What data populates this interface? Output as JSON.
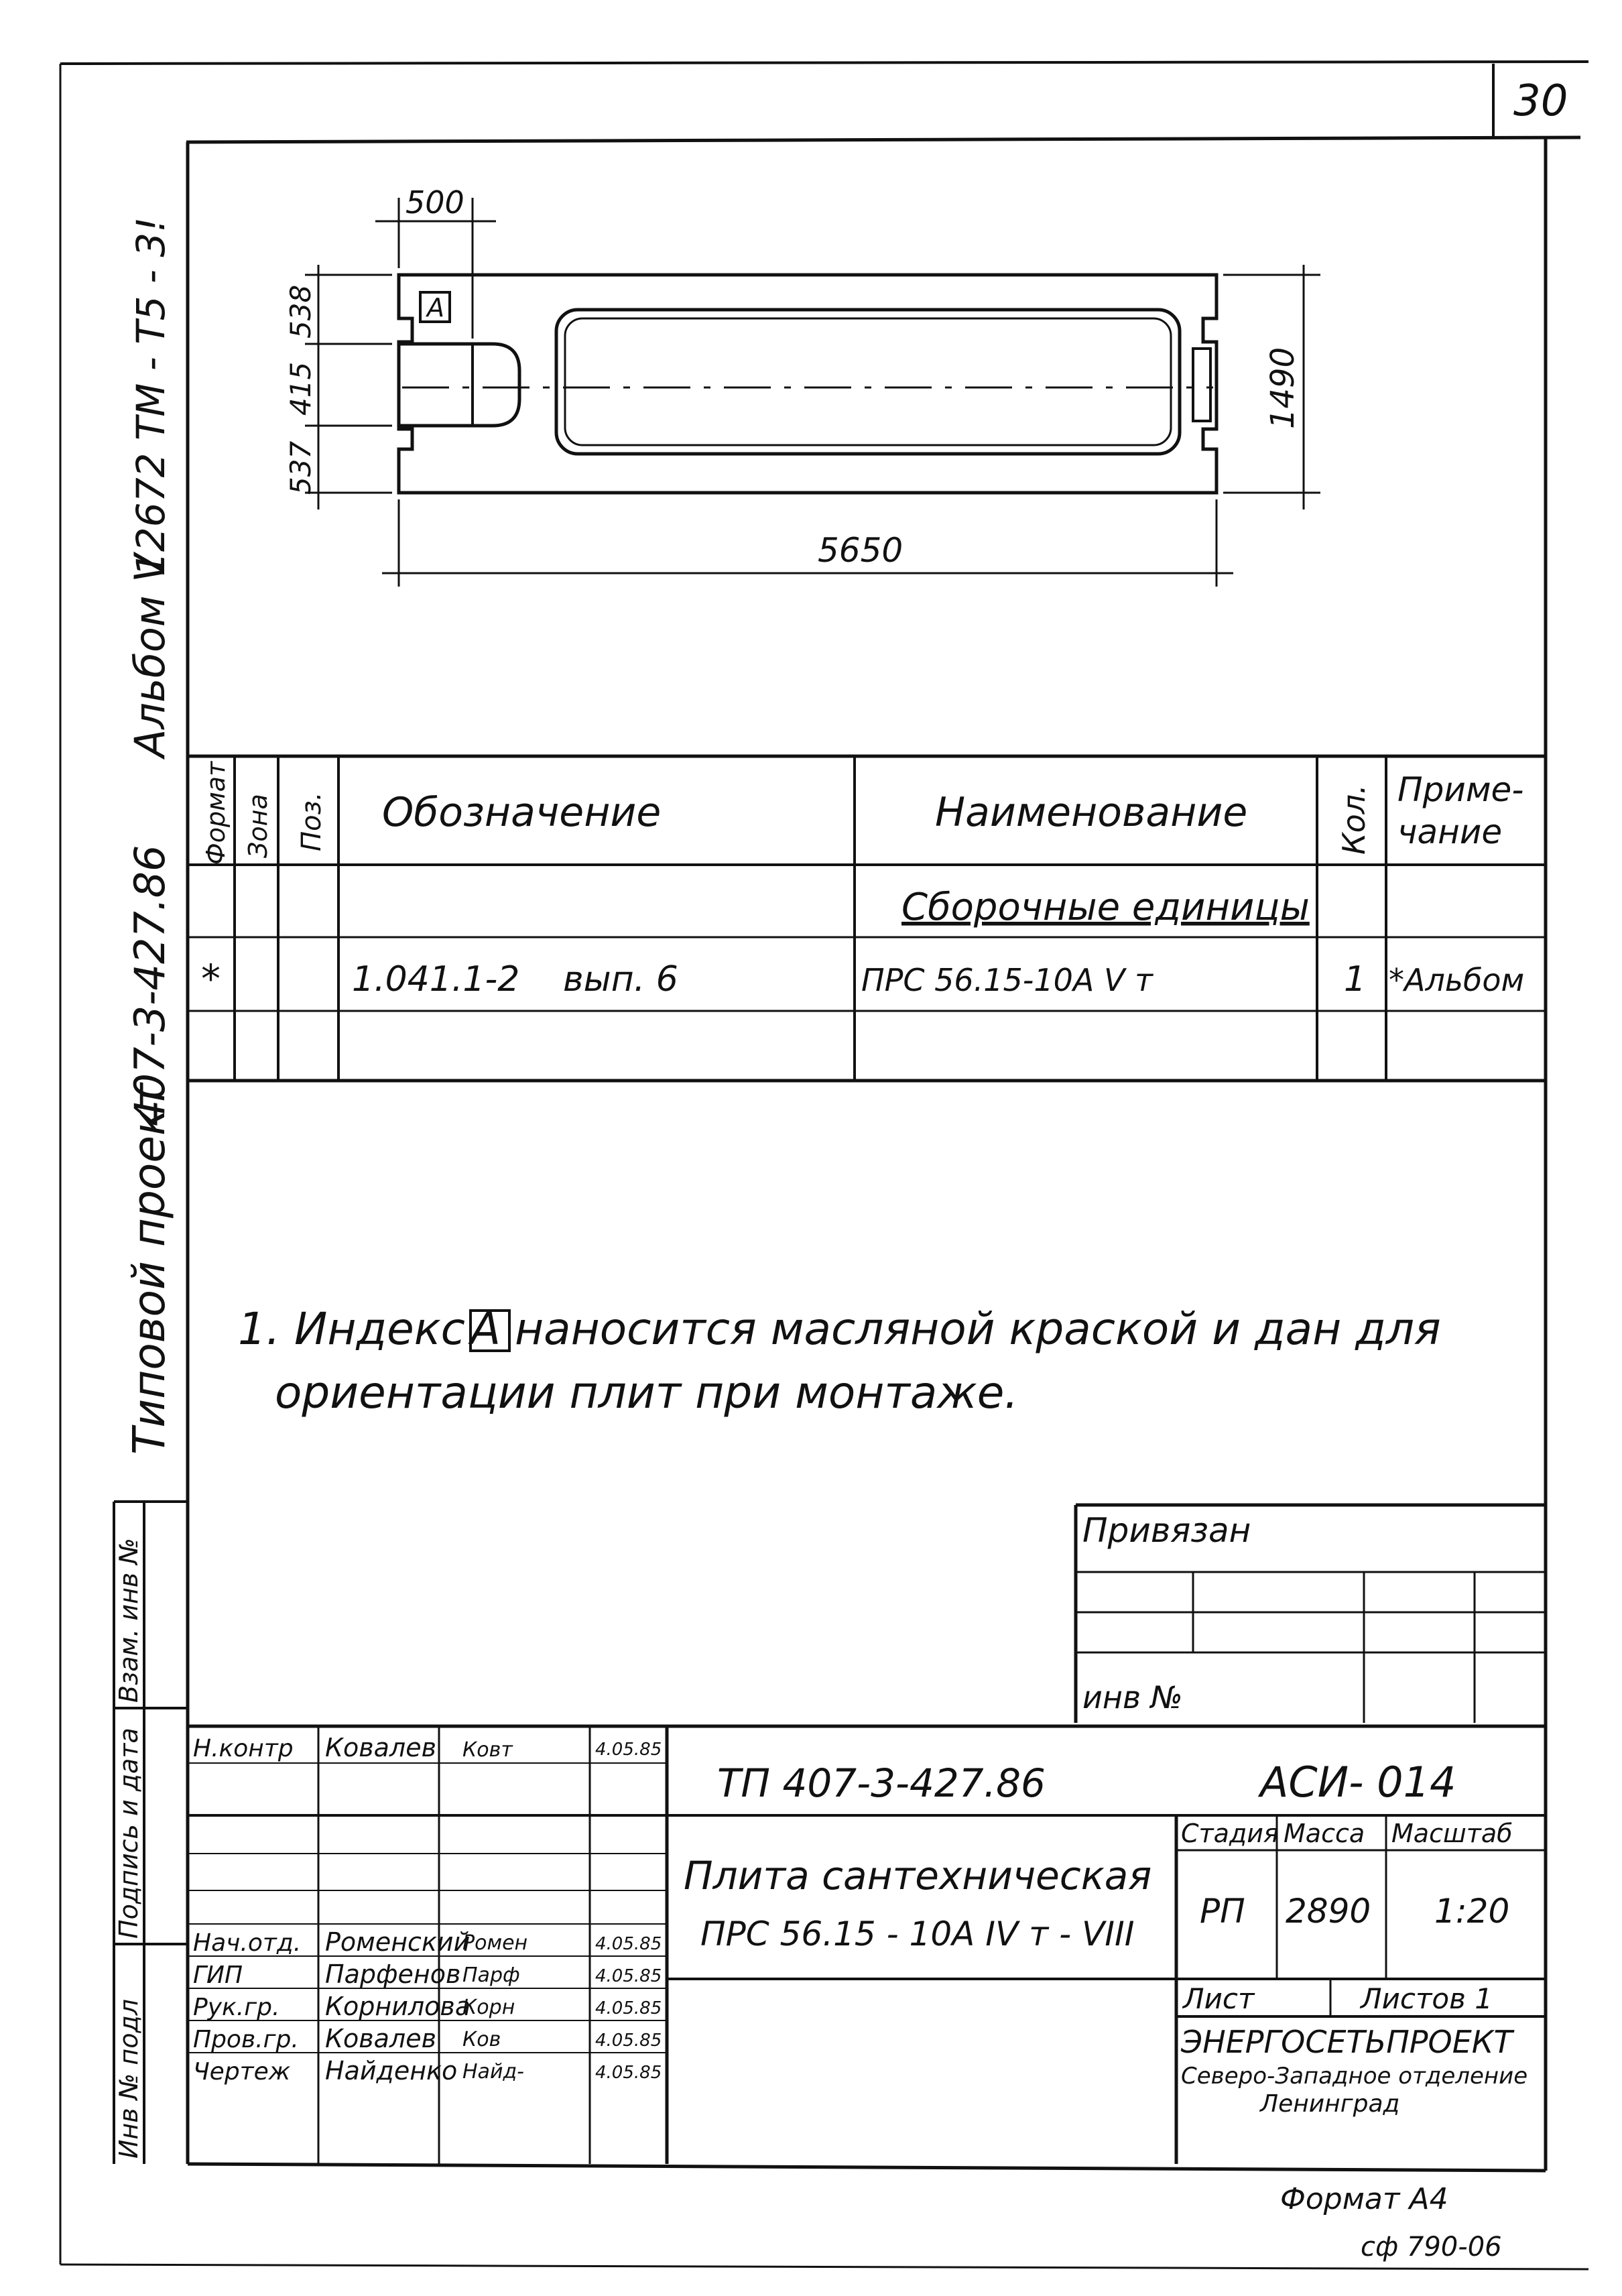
{
  "sheet": {
    "page_number": "30",
    "side_title": {
      "project": "Типовой проект",
      "project_code": "407-3-427.86",
      "album": "Альбом V",
      "code": "12672 ТМ - Т5 - 3!"
    }
  },
  "plate_drawing": {
    "dim_top": "500",
    "dim_left_top": "538",
    "dim_left_mid": "415",
    "dim_left_bottom": "537",
    "dim_height": "1490",
    "dim_length": "5650",
    "index_mark": "А"
  },
  "spec_table": {
    "headers": {
      "format": "Формат",
      "zone": "Зона",
      "pos": "Поз.",
      "designation": "Обозначение",
      "name": "Наименование",
      "qty": "Кол.",
      "note_l1": "Приме-",
      "note_l2": "чание"
    },
    "section": "Сборочные единицы",
    "rows": [
      {
        "format": "*",
        "designation": "1.041.1-2",
        "issue": "вып. 6",
        "name": "ПРС 56.15-10А V т",
        "qty": "1",
        "note": "*Альбом"
      }
    ]
  },
  "note": {
    "line1_number": "1. Индекс",
    "index_mark": "А",
    "line1_rest": " наносится масляной краской и дан для",
    "line2": "ориентации  плит  при  монтаже."
  },
  "binding": {
    "title": "Привязан",
    "inv_label": "инв №"
  },
  "left_stamp": {
    "labels": [
      "Инв № подл",
      "Подпись и дата",
      "Взам. инв №"
    ]
  },
  "title_block": {
    "doc_code": "ТП 407-3-427.86",
    "sheet_code": "АСИ- 014",
    "title_line1": "Плита сантехническая",
    "title_line2": "ПРС 56.15 - 10А IV т - VIII",
    "stage_label": "Стадия",
    "mass_label": "Масса",
    "scale_label": "Масштаб",
    "stage": "РП",
    "mass": "2890",
    "scale": "1:20",
    "sheet_label": "Лист",
    "sheets_label": "Листов 1",
    "org_line1": "ЭНЕРГОСЕТЬПРОЕКТ",
    "org_line2": "Северо-Западное отделение",
    "org_line3": "Ленинград",
    "format": "Формат А4",
    "archive": "сф 790-06",
    "signatures": [
      {
        "role": "Н.контр",
        "name": "Ковалев",
        "sign": "Ковт",
        "date": "4.05.85"
      },
      {
        "role": "Нач.отд.",
        "name": "Роменский",
        "sign": "Ромен",
        "date": "4.05.85"
      },
      {
        "role": "ГИП",
        "name": "Парфенов",
        "sign": "Парф",
        "date": "4.05.85"
      },
      {
        "role": "Рук.гр.",
        "name": "Корнилова",
        "sign": "Корн",
        "date": "4.05.85"
      },
      {
        "role": "Пров.гр.",
        "name": "Ковалев",
        "sign": "Ков",
        "date": "4.05.85"
      },
      {
        "role": "Чертеж",
        "name": "Найденко",
        "sign": "Найд-",
        "date": "4.05.85"
      }
    ]
  }
}
